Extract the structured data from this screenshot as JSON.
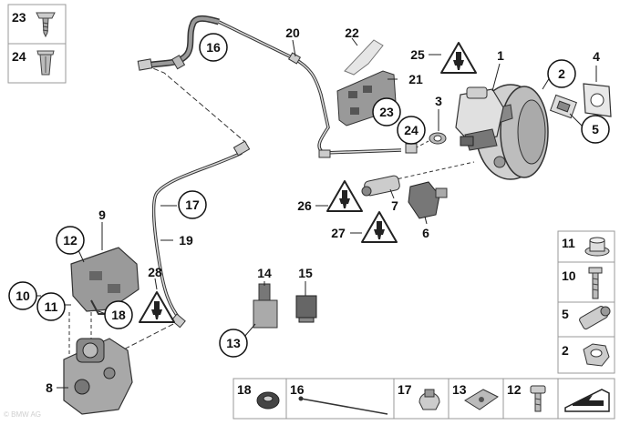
{
  "labels": {
    "l23_box": "23",
    "l24_box": "24",
    "l20": "20",
    "l22": "22",
    "l16_top": "16",
    "l25": "25",
    "l1": "1",
    "l2": "2",
    "l4": "4",
    "l21": "21",
    "l3": "3",
    "l23_mid": "23",
    "l24_mid": "24",
    "l5": "5",
    "l26": "26",
    "l7": "7",
    "l27": "27",
    "l6": "6",
    "l17": "17",
    "l19": "19",
    "l9": "9",
    "l12": "12",
    "l28": "28",
    "l10": "10",
    "l11": "11",
    "l18": "18",
    "l8": "8",
    "l14": "14",
    "l15": "15",
    "l13": "13",
    "r11": "11",
    "r10": "10",
    "r5": "5",
    "r2": "2",
    "b18": "18",
    "b16": "16",
    "b17": "17",
    "b13": "13",
    "b12": "12"
  },
  "watermark": "© BMW AG"
}
